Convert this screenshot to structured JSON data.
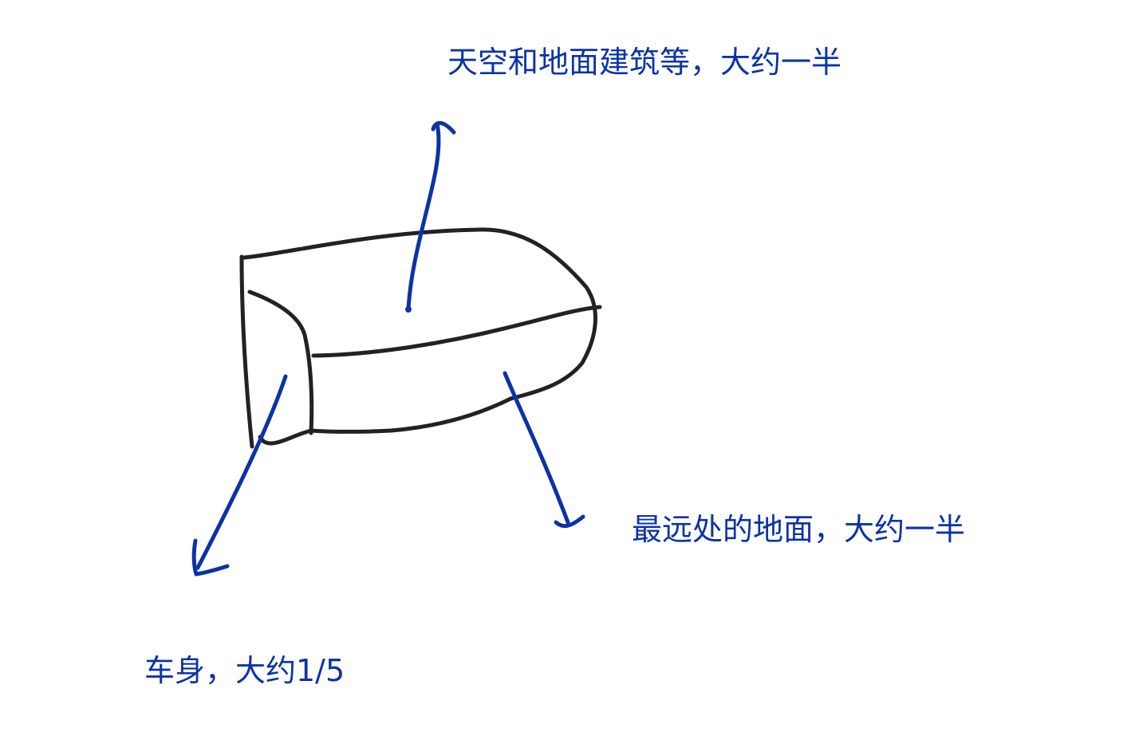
{
  "labels": {
    "sky": "天空和地面建筑等，大约一半",
    "ground": "最远处的地面，大约一半",
    "body": "车身，大约1/5"
  },
  "colors": {
    "ink": "#222222",
    "annotation": "#0b33a8",
    "background": "#ffffff"
  }
}
